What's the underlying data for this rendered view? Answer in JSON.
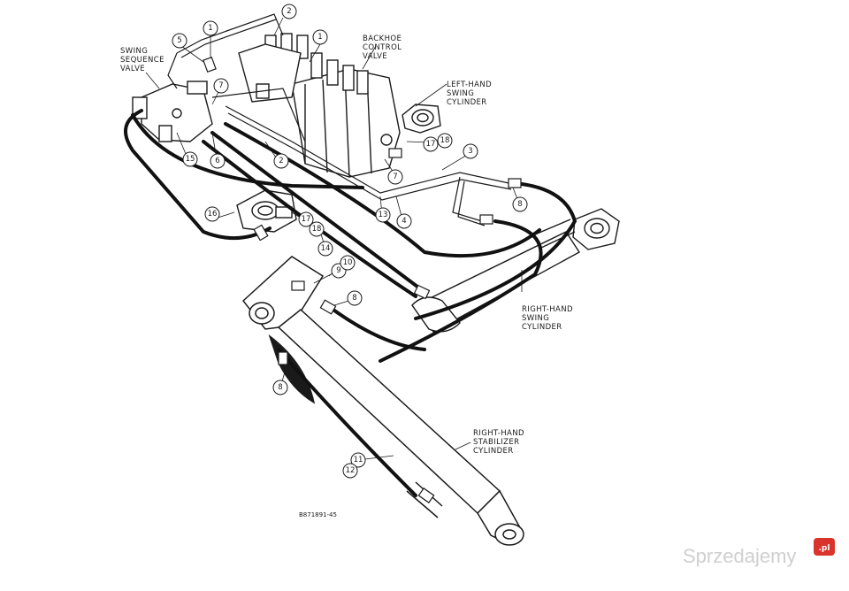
{
  "labels": {
    "swing_sequence_valve": [
      "SWING",
      "SEQUENCE",
      "VALVE"
    ],
    "backhoe_control_valve": [
      "BACKHOE",
      "CONTROL",
      "VALVE"
    ],
    "left_hand_swing_cylinder": [
      "LEFT-HAND",
      "SWING",
      "CYLINDER"
    ],
    "right_hand_swing_cylinder": [
      "RIGHT-HAND",
      "SWING",
      "CYLINDER"
    ],
    "right_hand_stabilizer_cylinder": [
      "RIGHT-HAND",
      "STABILIZER",
      "CYLINDER"
    ]
  },
  "callouts": [
    "1",
    "2",
    "5",
    "1",
    "7",
    "15",
    "6",
    "2",
    "16",
    "17",
    "18",
    "14",
    "13",
    "4",
    "7",
    "3",
    "17",
    "18",
    "8",
    "9",
    "10",
    "8",
    "8",
    "11",
    "12"
  ],
  "figure_code": "B871891-45",
  "watermark": {
    "brand": "Sprzedajemy",
    "badge": ".pl"
  },
  "colors": {
    "line": "#1a1a1a",
    "hose": "#111111",
    "watermark": "#cfcfcf",
    "badge": "#d9342b"
  }
}
